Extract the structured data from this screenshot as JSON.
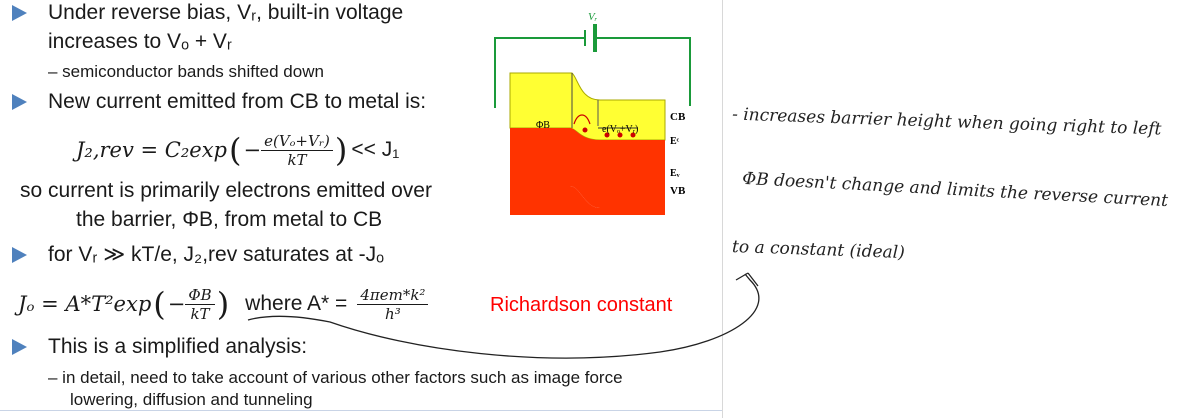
{
  "bullets": {
    "b1_line1": "Under reverse bias, Vᵣ, built-in voltage",
    "b1_line2": "increases to Vₒ + Vᵣ",
    "b1_sub": "–  semiconductor bands shifted down",
    "b2": "New current emitted from CB to metal is:",
    "eq1_lhs": "J₂,rev = C₂exp",
    "eq1_num": "e(Vₒ+Vᵣ)",
    "eq1_den": "kT",
    "eq1_rhs": "<< J₁",
    "b2_cont1": "so current is primarily electrons emitted over",
    "b2_cont2": "the barrier, ΦB, from metal to CB",
    "b3": "for Vᵣ ≫ kT/e,  J₂,rev saturates at  -Jₒ",
    "eq2_lhs": "Jₒ = A*T²exp",
    "eq2_num": "ΦB",
    "eq2_den": "kT",
    "eq2_where": "where  A* =",
    "eq2_num2": "4πem*k²",
    "eq2_den2": "h³",
    "richardson": "Richardson constant",
    "b4": "This is a simplified analysis:",
    "b4_sub1": "–  in detail, need to take account of various other factors such as image force",
    "b4_sub2": "lowering, diffusion and tunneling"
  },
  "diagram": {
    "vr_label": "Vᵣ",
    "cb_label": "CB",
    "ec_label": "Eᶜ",
    "ev_label": "Eᵥ",
    "vb_label": "VB",
    "phi_label": "ΦB",
    "barrier_label": "e(Vₒ+Vᵣ)"
  },
  "notes": {
    "line1": "- increases barrier height when going right to left",
    "line2": "ΦB doesn't change and limits the reverse current",
    "line3": "to a constant (ideal)"
  },
  "colors": {
    "bullet": "#4f81bd",
    "yellow_band": "#ffff33",
    "red_band": "#ff3300",
    "circuit": "#1a9a3a",
    "accent_red": "#ff0000"
  }
}
